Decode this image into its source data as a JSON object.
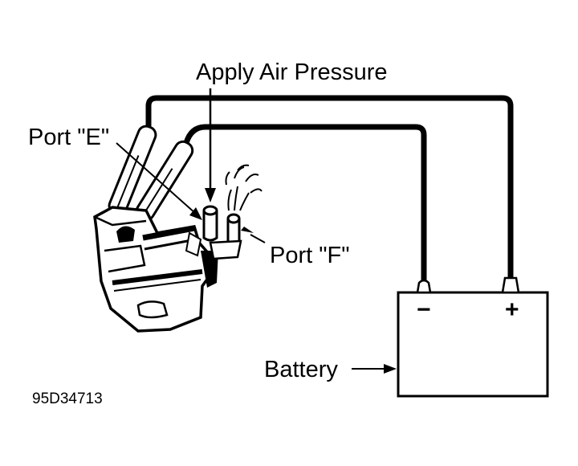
{
  "labels": {
    "apply_air": "Apply Air Pressure",
    "port_e": "Port \"E\"",
    "port_f": "Port \"F\"",
    "battery": "Battery",
    "minus": "−",
    "plus": "+"
  },
  "figure_code": "95D34713"
}
